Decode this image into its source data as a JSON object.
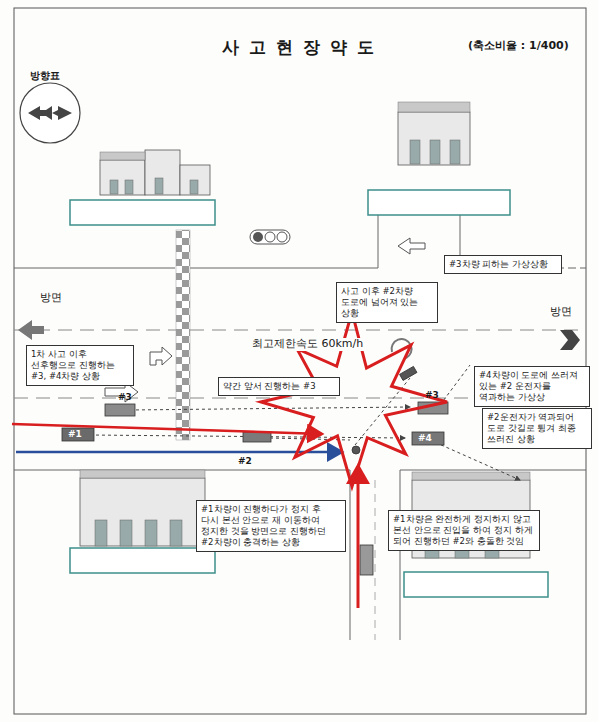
{
  "diagram": {
    "title": "사 고 현 장 약 도",
    "nodes": [
      {
        "text": [
          "사고 이후 #2차량 도로에 넘어져 있는 상황"
        ]
      },
      {
        "text": [
          "#3차량 피하는 가상상황"
        ]
      },
      {
        "text": [
          "1차 사고 이후 선후행으로 진행하는 #3, #4차량 상황"
        ]
      },
      {
        "text": [
          "약간 앞서 진행하는 #3"
        ]
      },
      {
        "text": [
          "#4차량이 도로에 쓰러져 있는 #2 운전자를 역과하는 가상상"
        ]
      },
      {
        "text": [
          "#2운전자가 역과되어 도로 갓길로 튕겨 최종 쓰러진 상황"
        ]
      },
      {
        "text": [
          "#1차량이 진행하다가 정지 후 다시 본선 안으로 재 이동하여 정지한 것을 방면으로 진행하던 #2차량이 충격하는 상황"
        ]
      },
      {
        "text": [
          "#1차량은 완전하게 정지하지 않고 본선 안으로 진입을 하여 정지 하게 되어 진행하던 #2와 충돌한 것임"
        ]
      }
    ],
    "labels": [
      "(축소비율 : 1/400)",
      "방향표",
      "방면",
      "방면",
      "최고제한속도 60km/h",
      "#3",
      "#1",
      "#2",
      "#3",
      "#4"
    ]
  }
}
